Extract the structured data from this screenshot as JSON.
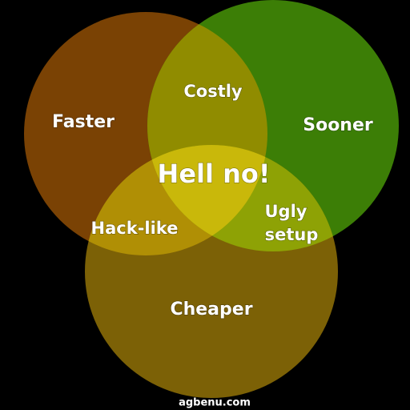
{
  "diagram": {
    "sets": [
      {
        "id": "faster",
        "label": "Faster",
        "color": "#7a4204"
      },
      {
        "id": "sooner",
        "label": "Sooner",
        "color": "#3c7e06"
      },
      {
        "id": "cheaper",
        "label": "Cheaper",
        "color": "#7c6106"
      }
    ],
    "intersections": {
      "faster_sooner": "Costly",
      "faster_cheaper": "Hack-like",
      "sooner_cheaper_line1": "Ugly",
      "sooner_cheaper_line2": "setup",
      "all_three": "Hell no!"
    },
    "region_colors": {
      "faster_sooner": "#908c00",
      "faster_cheaper": "#b08f05",
      "sooner_cheaper": "#8ea205",
      "all_three": "#c9b80a"
    },
    "background": "#000000"
  },
  "footer": {
    "credit": "agbenu.com"
  }
}
